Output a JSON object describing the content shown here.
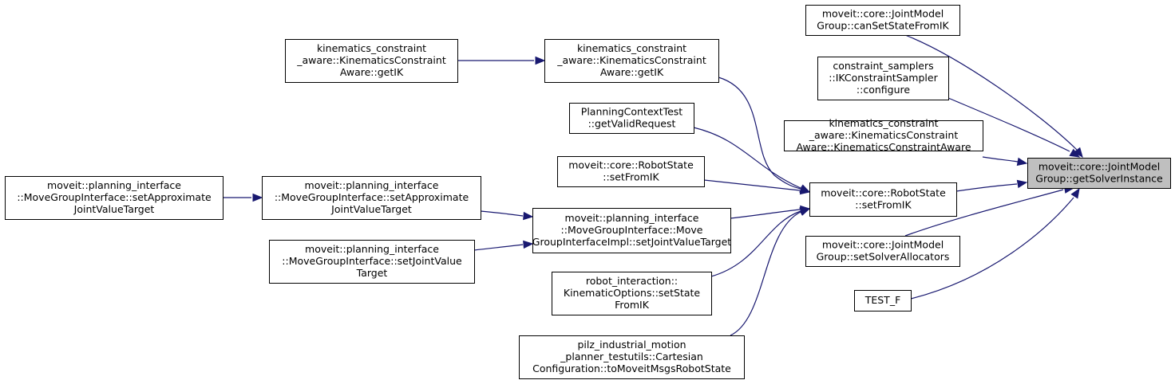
{
  "graph": {
    "root": "n0",
    "colors": {
      "edge": "#191970",
      "root_fill": "#bfbfbf",
      "node_fill": "#ffffff",
      "border": "#000000"
    },
    "nodes": [
      {
        "id": "n0",
        "lines": [
          "moveit::core::JointModel",
          "Group::getSolverInstance"
        ]
      },
      {
        "id": "n1",
        "lines": [
          "moveit::core::JointModel",
          "Group::canSetStateFromIK"
        ]
      },
      {
        "id": "n2",
        "lines": [
          "constraint_samplers",
          "::IKConstraintSampler",
          "::configure"
        ]
      },
      {
        "id": "n3",
        "lines": [
          "kinematics_constraint",
          "_aware::KinematicsConstraint",
          "Aware::KinematicsConstraintAware"
        ]
      },
      {
        "id": "n4",
        "lines": [
          "moveit::core::RobotState",
          "::setFromIK"
        ]
      },
      {
        "id": "n5",
        "lines": [
          "moveit::core::JointModel",
          "Group::setSolverAllocators"
        ]
      },
      {
        "id": "n6",
        "lines": [
          "TEST_F"
        ]
      },
      {
        "id": "n7",
        "lines": [
          "kinematics_constraint",
          "_aware::KinematicsConstraint",
          "Aware::getIK"
        ]
      },
      {
        "id": "n8",
        "lines": [
          "PlanningContextTest",
          "::getValidRequest"
        ]
      },
      {
        "id": "n9",
        "lines": [
          "moveit::core::RobotState",
          "::setFromIK"
        ]
      },
      {
        "id": "n10",
        "lines": [
          "moveit::planning_interface",
          "::MoveGroupInterface::Move",
          "GroupInterfaceImpl::setJointValueTarget"
        ]
      },
      {
        "id": "n11",
        "lines": [
          "robot_interaction::",
          "KinematicOptions::setState",
          "FromIK"
        ]
      },
      {
        "id": "n12",
        "lines": [
          "pilz_industrial_motion",
          "_planner_testutils::Cartesian",
          "Configuration::toMoveitMsgsRobotState"
        ]
      },
      {
        "id": "n13",
        "lines": [
          "kinematics_constraint",
          "_aware::KinematicsConstraint",
          "Aware::getIK"
        ]
      },
      {
        "id": "n14",
        "lines": [
          "moveit::planning_interface",
          "::MoveGroupInterface::setApproximate",
          "JointValueTarget"
        ]
      },
      {
        "id": "n15",
        "lines": [
          "moveit::planning_interface",
          "::MoveGroupInterface::setJointValue",
          "Target"
        ]
      },
      {
        "id": "n16",
        "lines": [
          "moveit::planning_interface",
          "::MoveGroupInterface::setApproximate",
          "JointValueTarget"
        ]
      }
    ],
    "edges": [
      [
        "n1",
        "n0"
      ],
      [
        "n2",
        "n0"
      ],
      [
        "n3",
        "n0"
      ],
      [
        "n4",
        "n0"
      ],
      [
        "n5",
        "n0"
      ],
      [
        "n6",
        "n0"
      ],
      [
        "n7",
        "n4"
      ],
      [
        "n8",
        "n4"
      ],
      [
        "n9",
        "n4"
      ],
      [
        "n10",
        "n4"
      ],
      [
        "n11",
        "n4"
      ],
      [
        "n12",
        "n4"
      ],
      [
        "n13",
        "n7"
      ],
      [
        "n14",
        "n10"
      ],
      [
        "n15",
        "n10"
      ],
      [
        "n16",
        "n14"
      ]
    ]
  }
}
